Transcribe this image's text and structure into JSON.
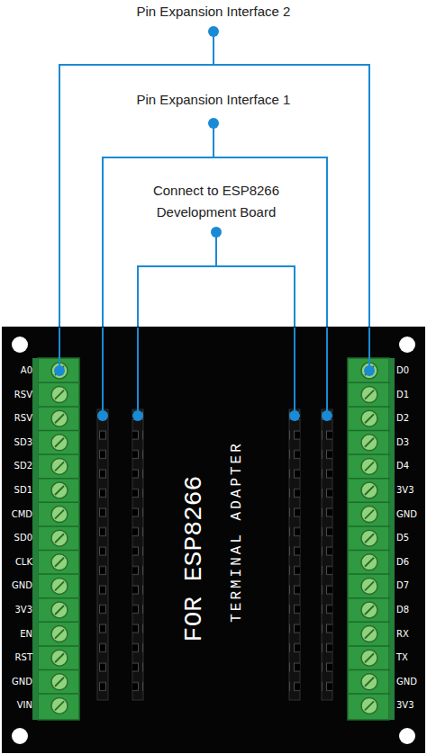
{
  "diagram": {
    "nodes": [
      {
        "text": [
          "FOR ESP8266",
          "TERMINAL ADAPTER"
        ]
      }
    ],
    "labels": [
      "Pin Expansion Interface 2",
      "Pin Expansion Interface 1",
      "Connect to ESP8266 Development Board",
      "A0",
      "RSV",
      "RSV",
      "SD3",
      "SD2",
      "SD1",
      "CMD",
      "SD0",
      "CLK",
      "GND",
      "3V3",
      "EN",
      "RST",
      "GND",
      "VIN",
      "D0",
      "D1",
      "D2",
      "D3",
      "D4",
      "3V3",
      "GND",
      "D5",
      "D6",
      "D7",
      "D8",
      "RX",
      "TX",
      "GND",
      "3V3"
    ]
  }
}
